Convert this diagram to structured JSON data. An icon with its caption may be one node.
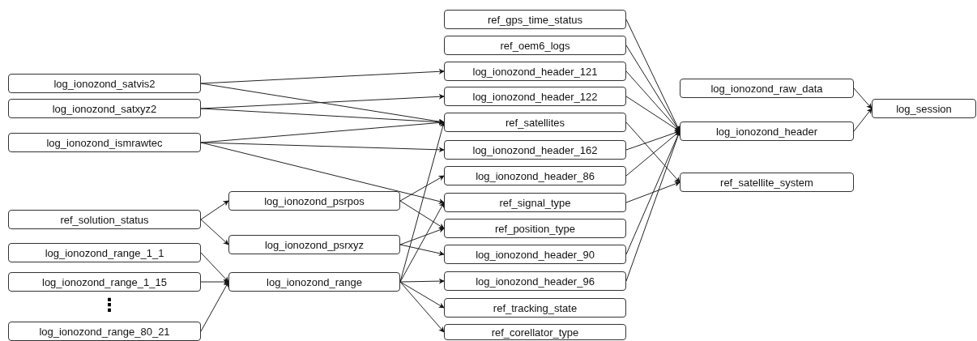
{
  "diagram": {
    "nodes": [
      {
        "text": [
          "log_ionozond_satvis2"
        ]
      },
      {
        "text": [
          "log_ionozond_satxyz2"
        ]
      },
      {
        "text": [
          "log_ionozond_ismrawtec"
        ]
      },
      {
        "text": [
          "ref_solution_status"
        ]
      },
      {
        "text": [
          "log_ionozond_range_1_1"
        ]
      },
      {
        "text": [
          "log_ionozond_range_1_15"
        ]
      },
      {
        "text": [
          "log_ionozond_range_80_21"
        ]
      },
      {
        "text": [
          "log_ionozond_psrpos"
        ]
      },
      {
        "text": [
          "log_ionozond_psrxyz"
        ]
      },
      {
        "text": [
          "log_ionozond_range"
        ]
      },
      {
        "text": [
          "ref_gps_time_status"
        ]
      },
      {
        "text": [
          "ref_oem6_logs"
        ]
      },
      {
        "text": [
          "log_ionozond_header_121"
        ]
      },
      {
        "text": [
          "log_ionozond_header_122"
        ]
      },
      {
        "text": [
          "ref_satellites"
        ]
      },
      {
        "text": [
          "log_ionozond_header_162"
        ]
      },
      {
        "text": [
          "log_ionozond_header_86"
        ]
      },
      {
        "text": [
          "ref_signal_type"
        ]
      },
      {
        "text": [
          "ref_position_type"
        ]
      },
      {
        "text": [
          "log_ionozond_header_90"
        ]
      },
      {
        "text": [
          "log_ionozond_header_96"
        ]
      },
      {
        "text": [
          "ref_tracking_state"
        ]
      },
      {
        "text": [
          "ref_corellator_type"
        ]
      },
      {
        "text": [
          "log_ionozond_raw_data"
        ]
      },
      {
        "text": [
          "log_ionozond_header"
        ]
      },
      {
        "text": [
          "ref_satellite_system"
        ]
      },
      {
        "text": [
          "log_session"
        ]
      }
    ],
    "edges": [
      {
        "from": 0,
        "to": 12,
        "arrow": "to"
      },
      {
        "from": 0,
        "to": 14,
        "arrow": "to"
      },
      {
        "from": 1,
        "to": 13,
        "arrow": "to"
      },
      {
        "from": 1,
        "to": 14,
        "arrow": "to"
      },
      {
        "from": 2,
        "to": 14,
        "arrow": "to"
      },
      {
        "from": 2,
        "to": 15,
        "arrow": "to"
      },
      {
        "from": 2,
        "to": 17,
        "arrow": "to"
      },
      {
        "from": 3,
        "to": 7,
        "arrow": "to"
      },
      {
        "from": 3,
        "to": 8,
        "arrow": "to"
      },
      {
        "from": 4,
        "to": 9,
        "arrow": "to"
      },
      {
        "from": 5,
        "to": 9,
        "arrow": "to"
      },
      {
        "from": 6,
        "to": 9,
        "arrow": "to"
      },
      {
        "from": 7,
        "to": 16,
        "arrow": "to"
      },
      {
        "from": 7,
        "to": 18,
        "arrow": "to"
      },
      {
        "from": 8,
        "to": 18,
        "arrow": "to"
      },
      {
        "from": 8,
        "to": 19,
        "arrow": "to"
      },
      {
        "from": 9,
        "to": 14,
        "arrow": "to"
      },
      {
        "from": 9,
        "to": 17,
        "arrow": "to"
      },
      {
        "from": 9,
        "to": 20,
        "arrow": "to"
      },
      {
        "from": 9,
        "to": 21,
        "arrow": "to"
      },
      {
        "from": 9,
        "to": 22,
        "arrow": "to"
      },
      {
        "from": 10,
        "to": 24,
        "arrow": "to"
      },
      {
        "from": 11,
        "to": 24,
        "arrow": "to"
      },
      {
        "from": 12,
        "to": 24,
        "arrow": "to"
      },
      {
        "from": 13,
        "to": 24,
        "arrow": "to"
      },
      {
        "from": 15,
        "to": 24,
        "arrow": "to"
      },
      {
        "from": 16,
        "to": 24,
        "arrow": "to"
      },
      {
        "from": 19,
        "to": 24,
        "arrow": "to"
      },
      {
        "from": 20,
        "to": 24,
        "arrow": "to"
      },
      {
        "from": 14,
        "to": 25,
        "arrow": "to"
      },
      {
        "from": 17,
        "to": 25,
        "arrow": "to"
      },
      {
        "from": 23,
        "to": 26,
        "arrow": "to"
      },
      {
        "from": 24,
        "to": 26,
        "arrow": "to"
      }
    ],
    "labels": [
      "⋮"
    ]
  }
}
